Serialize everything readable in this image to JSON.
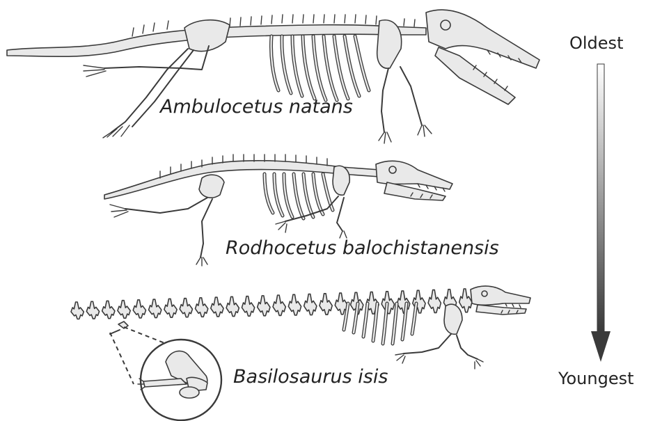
{
  "figure": {
    "species": [
      {
        "name": "Ambulocetus natans"
      },
      {
        "name": "Rodhocetus balochistanensis"
      },
      {
        "name": "Basilosaurus isis"
      }
    ],
    "time_scale": {
      "top_label": "Oldest",
      "bottom_label": "Youngest"
    },
    "colors": {
      "bone_fill": "#e9e9e9",
      "outline": "#3a3a3a",
      "arrow_top": "#ffffff",
      "arrow_bottom": "#3a3a3a"
    }
  }
}
